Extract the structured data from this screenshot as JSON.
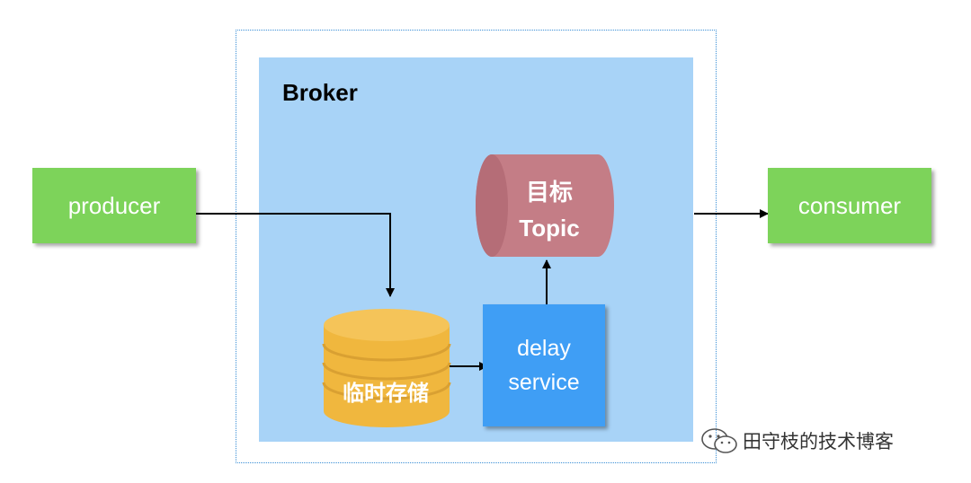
{
  "broker": {
    "title": "Broker"
  },
  "producer": {
    "label": "producer"
  },
  "consumer": {
    "label": "consumer"
  },
  "topic": {
    "line1": "目标",
    "line2": "Topic"
  },
  "delay_service": {
    "line1": "delay",
    "line2": "service"
  },
  "temp_storage": {
    "label": "临时存储"
  },
  "watermark": {
    "text": "田守枝的技术博客"
  },
  "colors": {
    "green": "#7dd35a",
    "broker_bg": "#a8d3f7",
    "delay_blue": "#3f9ef5",
    "topic_red": "#c47d86",
    "storage_yellow": "#f0b73e"
  }
}
